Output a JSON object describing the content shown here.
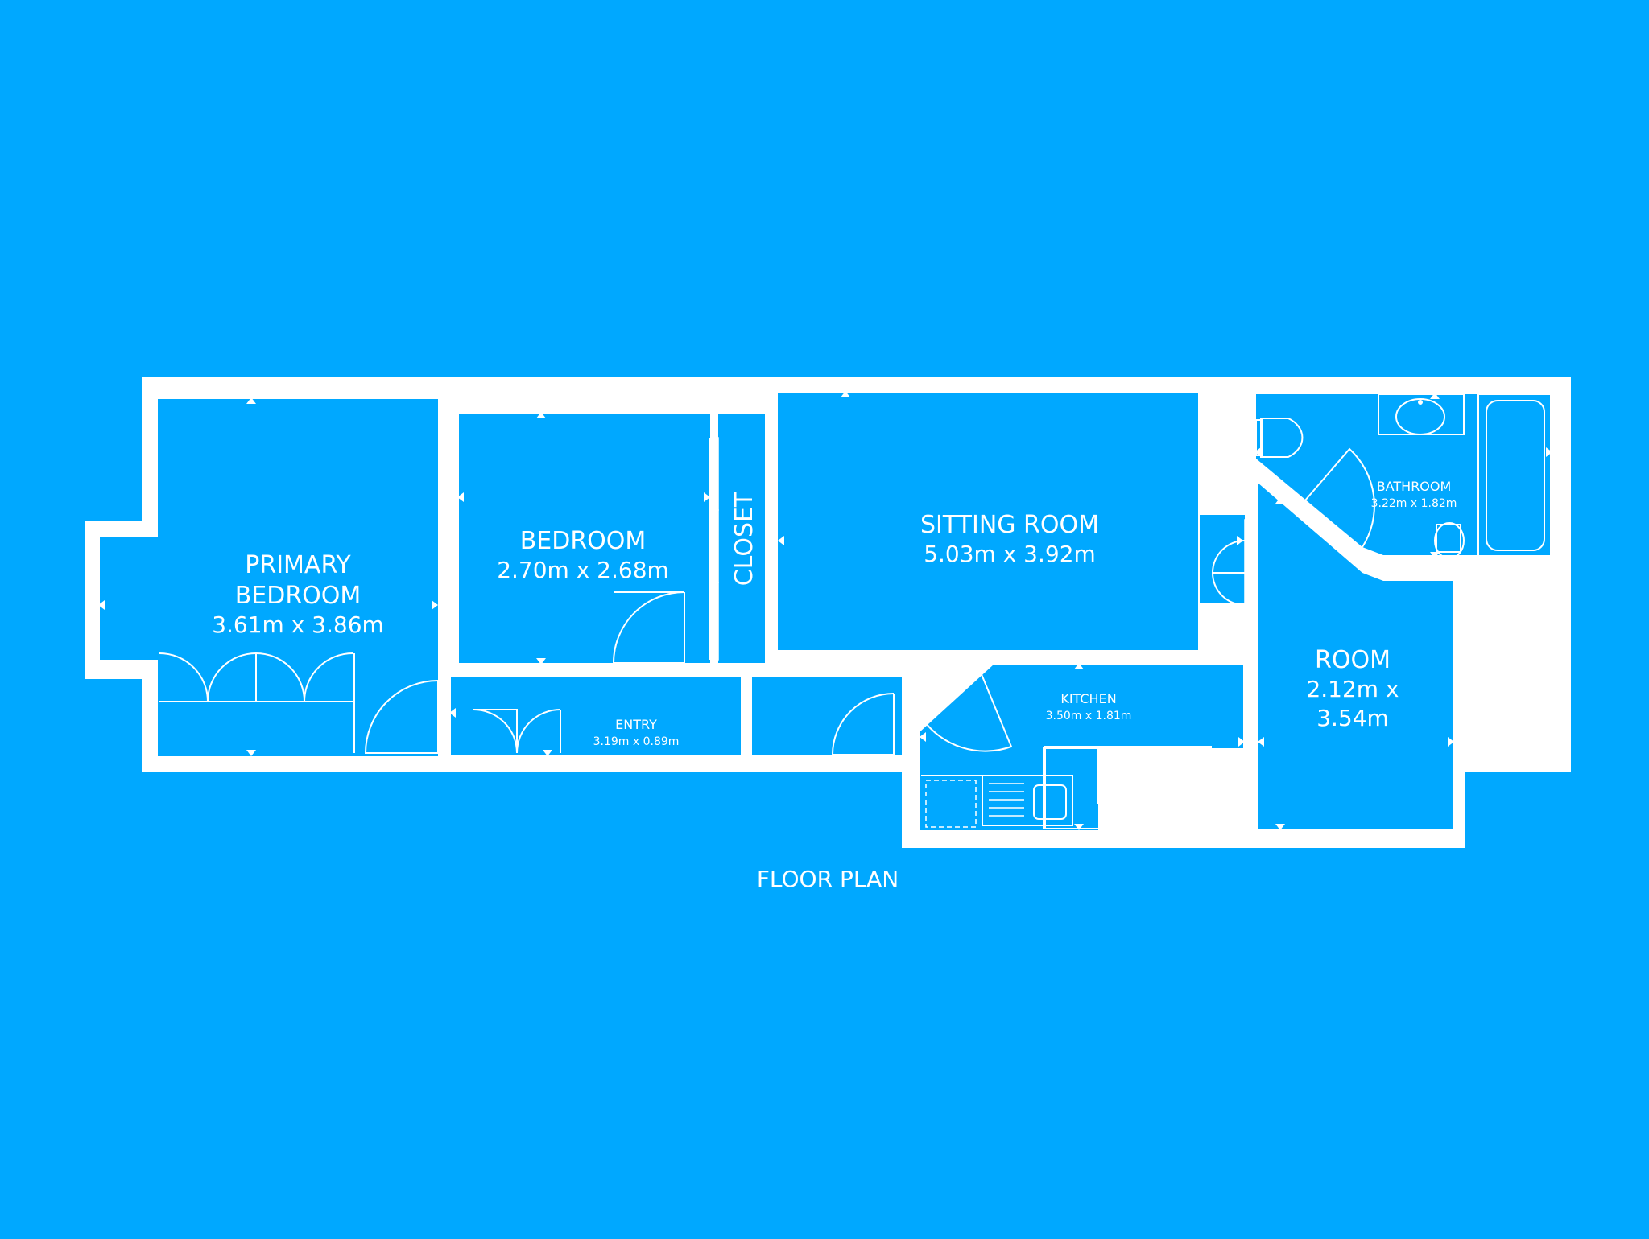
{
  "colors": {
    "background": "#00a8ff",
    "walls": "#ffffff"
  },
  "caption": "FLOOR PLAN",
  "rooms": {
    "primary_bedroom": {
      "name_line1": "PRIMARY",
      "name_line2": "BEDROOM",
      "size": "3.61m x 3.86m"
    },
    "bedroom": {
      "name": "BEDROOM",
      "size": "2.70m x 2.68m"
    },
    "closet": {
      "name": "CLOSET"
    },
    "sitting_room": {
      "name": "SITTING ROOM",
      "size": "5.03m x 3.92m"
    },
    "bathroom": {
      "name": "BATHROOM",
      "size": "3.22m x 1.82m"
    },
    "kitchen": {
      "name": "KITCHEN",
      "size": "3.50m x 1.81m"
    },
    "entry": {
      "name": "ENTRY",
      "size": "3.19m x 0.89m"
    },
    "room": {
      "name": "ROOM",
      "size_line1": "2.12m x",
      "size_line2": "3.54m"
    }
  },
  "icons": [
    "door-swing-icon",
    "window-icon",
    "toilet-icon",
    "sink-icon",
    "bathtub-icon",
    "hob-icon",
    "kitchen-sink-icon",
    "fridge-icon",
    "wardrobe-icon"
  ]
}
